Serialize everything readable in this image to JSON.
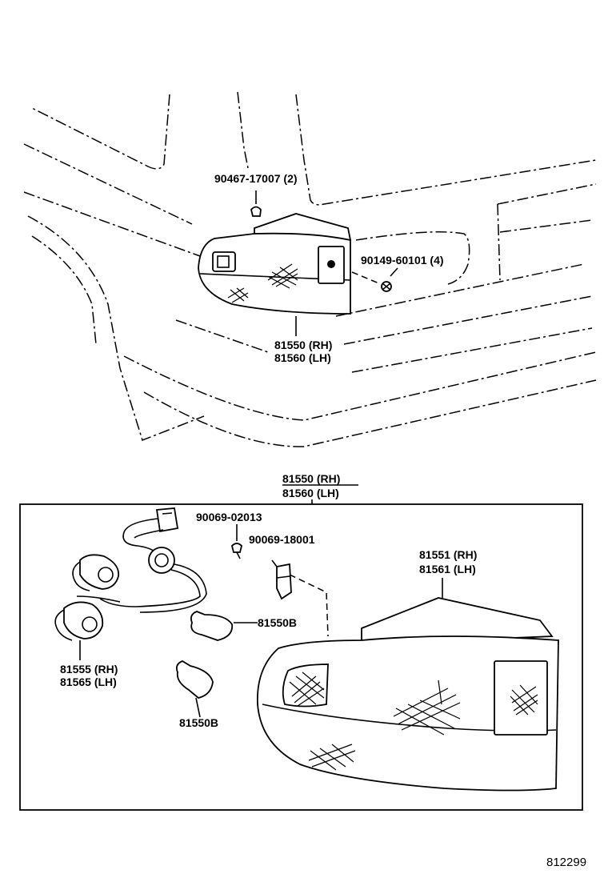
{
  "diagram": {
    "top_view": {
      "labels": {
        "clip_part": "90467-17007 (2)",
        "screw_part": "90149-60101 (4)",
        "lamp_rh": "81550 (RH)",
        "lamp_lh": "81560 (LH)"
      }
    },
    "exploded_view": {
      "header_rh": "81550 (RH)",
      "header_lh": "81560 (LH)",
      "labels": {
        "screw_part": "90069-02013",
        "bracket_part": "90069-18001",
        "lens_rh": "81551 (RH)",
        "lens_lh": "81561 (LH)",
        "bulb_upper": "81550B",
        "bulb_lower": "81550B",
        "socket_rh": "81555 (RH)",
        "socket_lh": "81565 (LH)"
      }
    },
    "figure_number": "812299"
  }
}
